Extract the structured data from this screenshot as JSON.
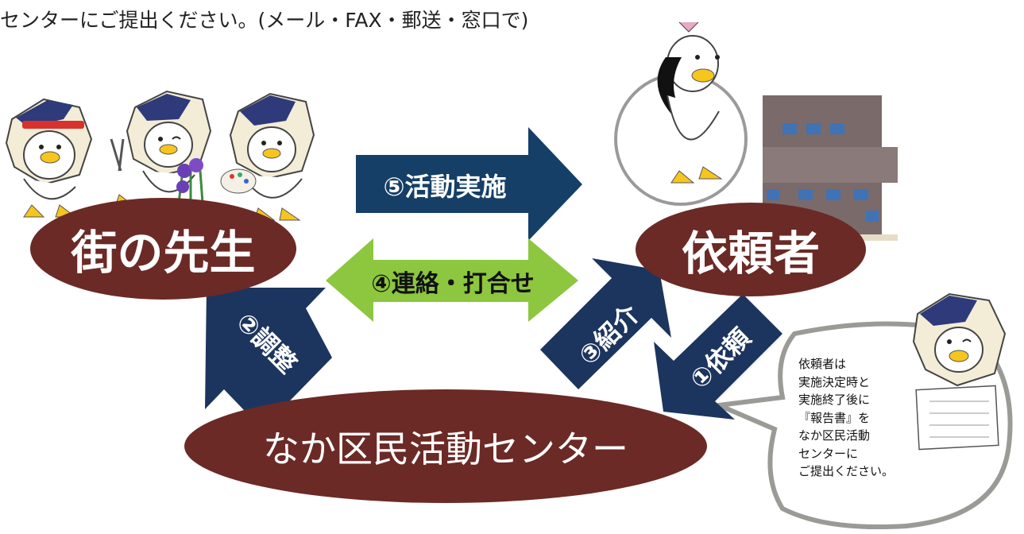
{
  "header": {
    "note": "センターにご提出ください。(メール・FAX・郵送・窓口で)"
  },
  "nodes": {
    "teacher": "街の先生",
    "requester": "依頼者",
    "center": "なか区民活動センター"
  },
  "arrows": {
    "step1": "①依頼",
    "step2": "②調整",
    "step3": "③紹介",
    "step4": "④連絡・打合せ",
    "step5": "⑤活動実施"
  },
  "bubble": {
    "lines": [
      "依頼者は",
      "実施決定時と",
      "実施終了後に",
      "『報告書』を",
      "なか区民活動",
      "センターに",
      "ご提出ください。"
    ]
  },
  "colors": {
    "navy": "#1c355e",
    "green": "#8dc63f",
    "maroon": "#6b2a26",
    "dark_blue": "#153f66"
  }
}
